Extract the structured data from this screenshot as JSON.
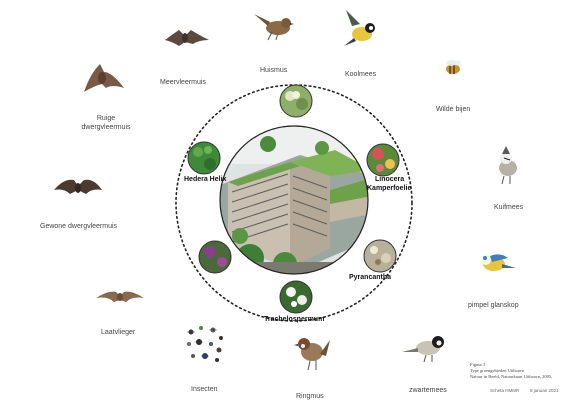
{
  "species": {
    "meervleermuis": "Meervleermuis",
    "huismus": "Huismus",
    "koolmees": "Koolmees",
    "wilde_bijen": "Wilde bijen",
    "ruige": "Ruige dwergvleermuis",
    "gewone": "Gewone dwergvleermuis",
    "kuifmees": "Kuifmees",
    "pimpel": "pimpel glanskop",
    "laatvlieger": "Laatvlieger",
    "insecten": "Insecten",
    "ringmus": "Ringmus",
    "zwartemees": "zwartemees"
  },
  "plants": {
    "hedera": "Hedera Helix",
    "linocera_1": "Linocera",
    "linocera_2": "Kamperfoelie",
    "pyrancantha": "Pyrancantha",
    "trachelospermum": "Trachelospermum"
  },
  "caption": {
    "line1": "Figuur 3",
    "line2": "Type groengebieden Uithoorn",
    "line3": "Natuur in Beeld, Natuurkaart Uithoorn, 2005,"
  },
  "footer": {
    "author": "Scheta HMMR",
    "date": "8 januari 2021"
  },
  "colors": {
    "bat": "#5b4a3e",
    "sparrow": "#8b6a45",
    "tit_yellow": "#e8c53a",
    "tit_blue": "#3f7fc1",
    "roof_green": "#6ea24a",
    "foliage": "#3f8a3a"
  }
}
